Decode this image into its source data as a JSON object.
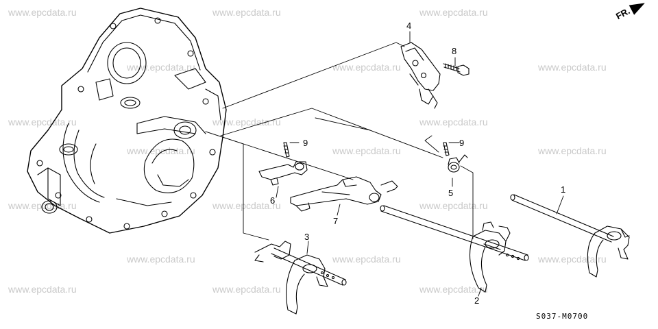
{
  "watermark_text": "www.epcdata.ru",
  "callouts": [
    "1",
    "2",
    "3",
    "4",
    "5",
    "6",
    "7",
    "8",
    "9",
    "9"
  ],
  "diagram_code": "S037-M0700",
  "orientation": "FR."
}
